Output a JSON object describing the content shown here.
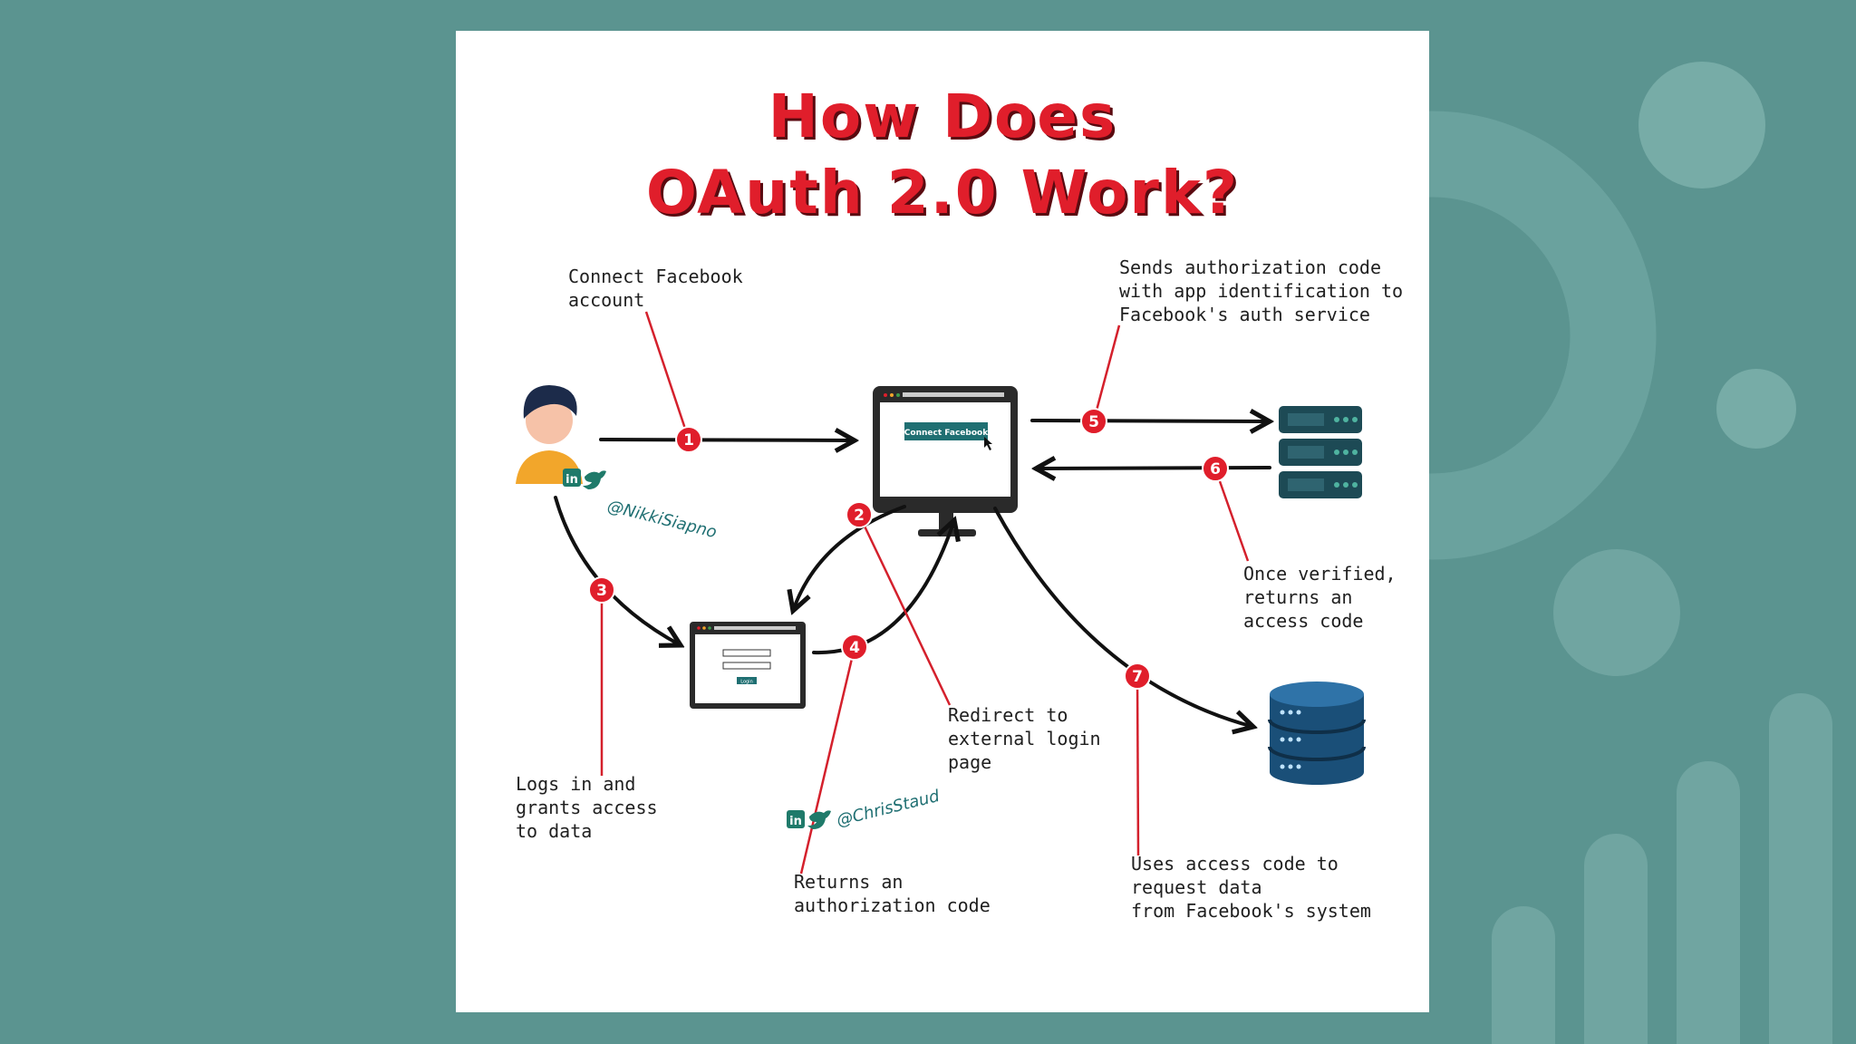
{
  "title": {
    "line1": "How Does",
    "line2": "OAuth 2.0 Work?"
  },
  "steps": [
    {
      "num": "1",
      "label": "Connect Facebook\naccount"
    },
    {
      "num": "2",
      "label": "Redirect to\nexternal login\npage"
    },
    {
      "num": "3",
      "label": "Logs in and\ngrants access\nto data"
    },
    {
      "num": "4",
      "label": "Returns an\nauthorization code"
    },
    {
      "num": "5",
      "label": "Sends authorization code\nwith app identification to\nFacebook's auth service"
    },
    {
      "num": "6",
      "label": "Once verified,\nreturns an\naccess code"
    },
    {
      "num": "7",
      "label": "Uses access code to\nrequest data\nfrom Facebook's system"
    }
  ],
  "monitor_button": "Connect Facebook",
  "login_button": "Login",
  "credits": {
    "author1": "@NikkiSiapno",
    "author2": "@ChrisStaud",
    "linkedin": "in"
  },
  "colors": {
    "accent": "#e01e2b",
    "background": "#5b9490",
    "server": "#1d4a55",
    "database": "#1a4f78"
  }
}
